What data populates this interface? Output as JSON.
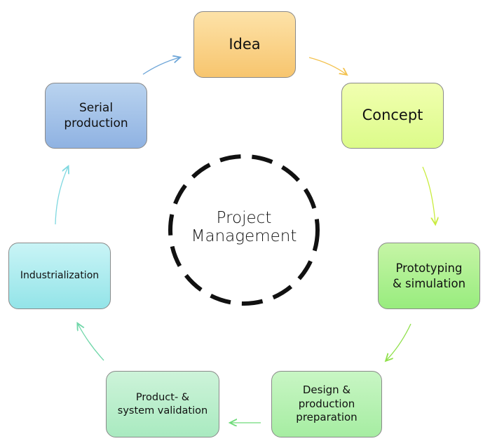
{
  "diagram": {
    "center": {
      "line1": "Project",
      "line2": "Management"
    },
    "nodes": {
      "idea": "Idea",
      "concept": "Concept",
      "prototyping": "Prototyping\n& simulation",
      "design": "Design &\nproduction\npreparation",
      "validation": "Product- &\nsystem validation",
      "industrialization": "Industrialization",
      "serial": "Serial\nproduction"
    },
    "colors": {
      "idea_arrow": "#f3c24f",
      "concept_arrow": "#c9ec3e",
      "proto_arrow": "#8fe04a",
      "design_arrow": "#6fdb7a",
      "validation_arrow": "#6fd6a8",
      "indus_arrow": "#7fd8e0",
      "serial_arrow": "#6ea6d8",
      "ring": "#111111"
    }
  }
}
